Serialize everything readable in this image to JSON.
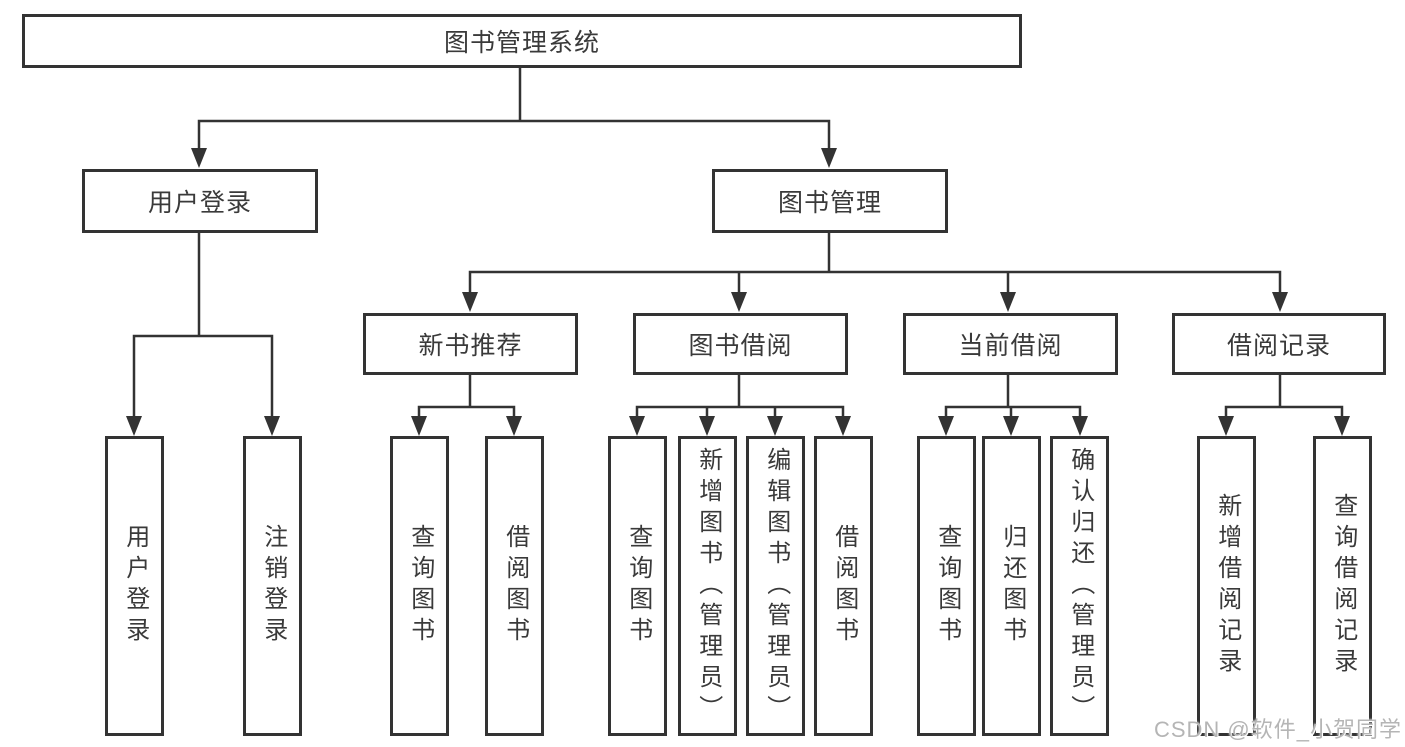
{
  "colors": {
    "line": "#333333",
    "box_border": "#333333",
    "text": "#3a3a3a",
    "watermark": "#b5b5b5",
    "background": "#ffffff"
  },
  "tree": {
    "label": "图书管理系统",
    "children": [
      {
        "label": "用户登录",
        "children": [
          {
            "label": "用户登录"
          },
          {
            "label": "注销登录"
          }
        ]
      },
      {
        "label": "图书管理",
        "children": [
          {
            "label": "新书推荐",
            "children": [
              {
                "label": "查询图书"
              },
              {
                "label": "借阅图书"
              }
            ]
          },
          {
            "label": "图书借阅",
            "children": [
              {
                "label": "查询图书"
              },
              {
                "label": "新增图书（管理员）"
              },
              {
                "label": "编辑图书（管理员）"
              },
              {
                "label": "借阅图书"
              }
            ]
          },
          {
            "label": "当前借阅",
            "children": [
              {
                "label": "查询图书"
              },
              {
                "label": "归还图书"
              },
              {
                "label": "确认归还（管理员）"
              }
            ]
          },
          {
            "label": "借阅记录",
            "children": [
              {
                "label": "新增借阅记录"
              },
              {
                "label": "查询借阅记录"
              }
            ]
          }
        ]
      }
    ]
  },
  "watermark": {
    "text": "CSDN @软件_小贺同学"
  }
}
